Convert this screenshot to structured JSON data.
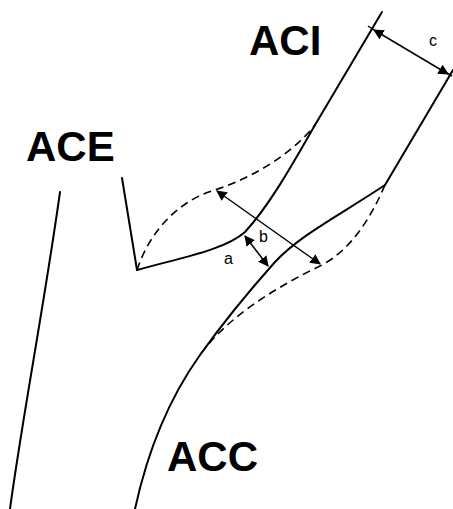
{
  "diagram": {
    "labels": [
      "ACI",
      "ACE",
      "ACC",
      "a",
      "b",
      "c"
    ]
  }
}
